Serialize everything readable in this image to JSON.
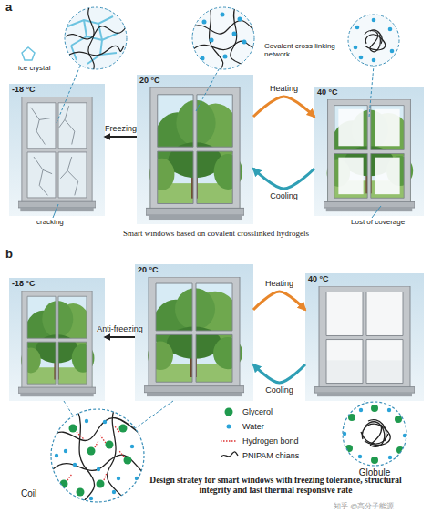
{
  "diagram": {
    "caption": "Design stratey for smart windows with freezing tolerance, structural integrity and fast thermal responsive rate",
    "nodes": [
      {
        "text": [
          "-18 °C"
        ]
      },
      {
        "text": [
          "20 °C"
        ]
      },
      {
        "text": [
          "40 °C"
        ]
      },
      {
        "text": [
          "-18 °C"
        ]
      },
      {
        "text": [
          "20 °C"
        ]
      },
      {
        "text": [
          "40 °C"
        ]
      },
      {
        "text": [
          "Coil"
        ]
      },
      {
        "text": [
          "Globule"
        ]
      }
    ],
    "edges": [
      {
        "from": 1,
        "to": 0,
        "label": "Freezing",
        "arrow": "to"
      },
      {
        "from": 1,
        "to": 2,
        "label": "Heating",
        "arrow": "to"
      },
      {
        "from": 2,
        "to": 1,
        "label": "Cooling",
        "arrow": "to"
      },
      {
        "from": 4,
        "to": 3,
        "label": "Anti-freezing",
        "arrow": "to"
      },
      {
        "from": 4,
        "to": 5,
        "label": "Heating",
        "arrow": "to"
      },
      {
        "from": 5,
        "to": 4,
        "label": "Cooling",
        "arrow": "to"
      },
      {
        "from": 3,
        "to": 6,
        "arrow": "none"
      },
      {
        "from": 4,
        "to": 6,
        "arrow": "none"
      },
      {
        "from": 5,
        "to": 7,
        "arrow": "none"
      }
    ],
    "labels": [
      "a",
      "ice crystal",
      "Covalent cross linking network",
      "cracking",
      "Lost of coverage",
      "Smart windows based on covalent crosslinked hydrogels",
      "b",
      "知乎 @高分子能源"
    ],
    "legend": [
      {
        "text": "Glycerol",
        "color": "#1f9a4e"
      },
      {
        "text": "Water",
        "color": "#2aa3d8"
      },
      {
        "text": "Hydrogen bond"
      },
      {
        "text": "PNIPAM chians"
      }
    ]
  }
}
